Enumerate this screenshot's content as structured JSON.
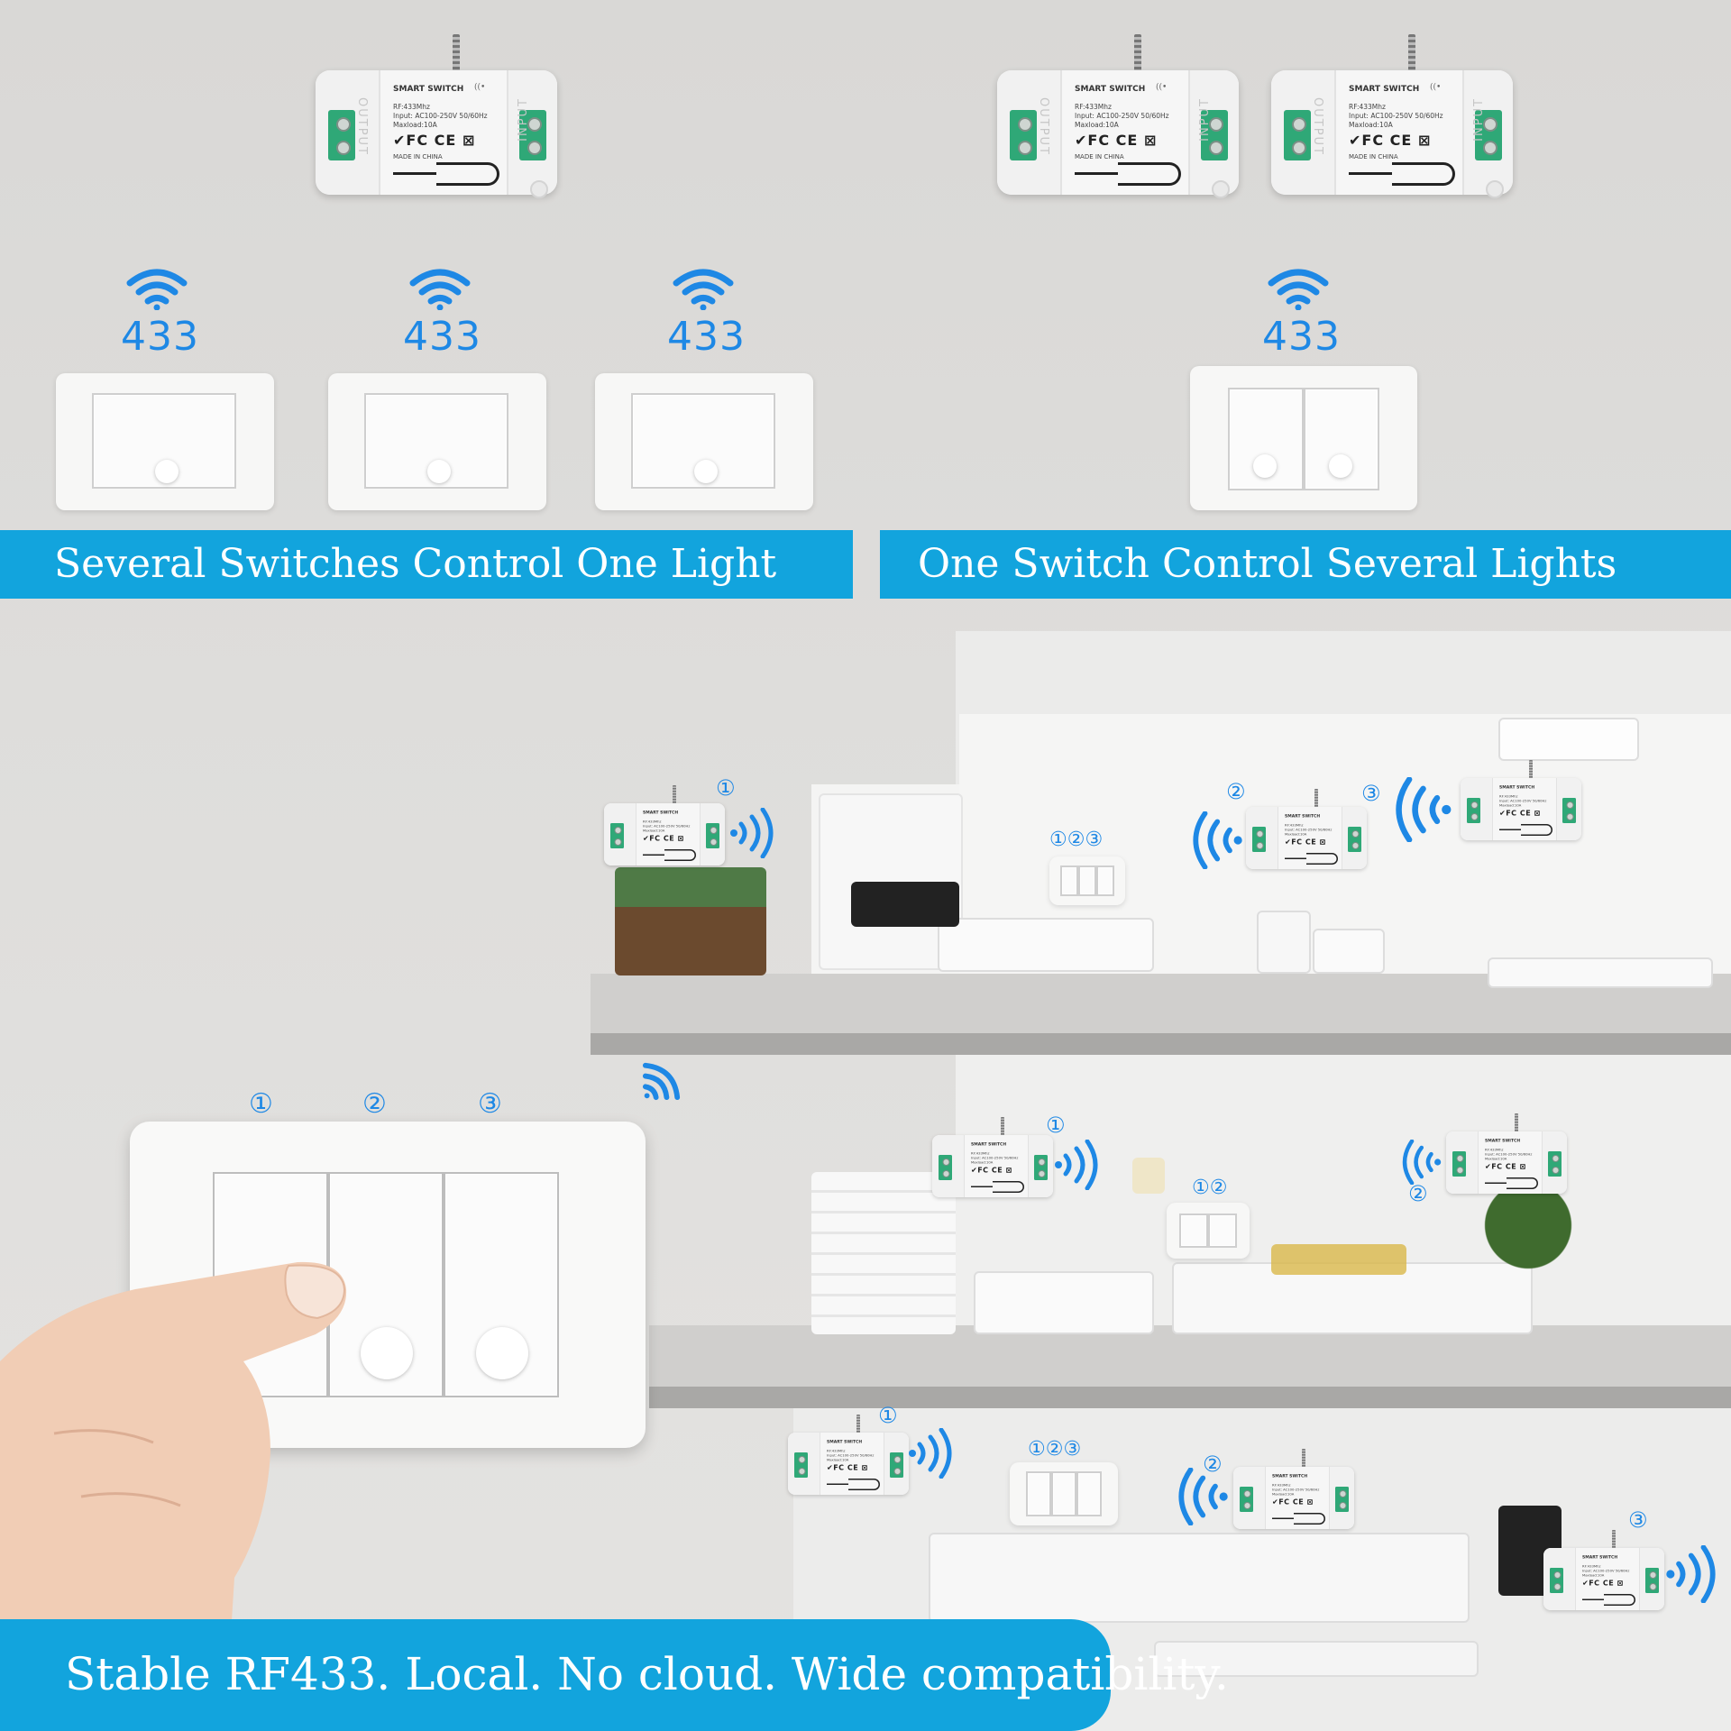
{
  "relay_label": {
    "title": "SMART SWITCH",
    "spec": "RF:433Mhz\nInput: AC100-250V 50/60Hz\nMaxload:10A",
    "marks": "✔FC CE ⊠",
    "made": "MADE IN CHINA",
    "output": "OUTPUT",
    "input": "INPUT"
  },
  "frequency_label": "433",
  "banners": {
    "left": "Several Switches Control One Light",
    "right": "One Switch Control Several Lights",
    "bottom": "Stable RF433. Local. No cloud. Wide compatibility."
  },
  "big_switch_numbers": [
    "①",
    "②",
    "③"
  ],
  "scene_markers": {
    "upper_left_relay": "①",
    "upper_mid_relay": "②",
    "upper_right_relay": "③",
    "upper_switch": "①②③",
    "middle_left_relay": "①",
    "middle_right_relay": "②",
    "middle_switch": "①②",
    "lower_left_relay": "①",
    "lower_mid_relay": "②",
    "lower_right_relay": "③",
    "lower_switch": "①②③"
  },
  "colors": {
    "accent_blue": "#12a4dd",
    "signal_blue": "#1e88e5",
    "terminal_green": "#2fa877",
    "background": "#dcdbd9"
  },
  "icons": [
    "wifi-signal-icon",
    "radio-wave-icon",
    "hand-illustration",
    "house-cutaway-illustration"
  ]
}
